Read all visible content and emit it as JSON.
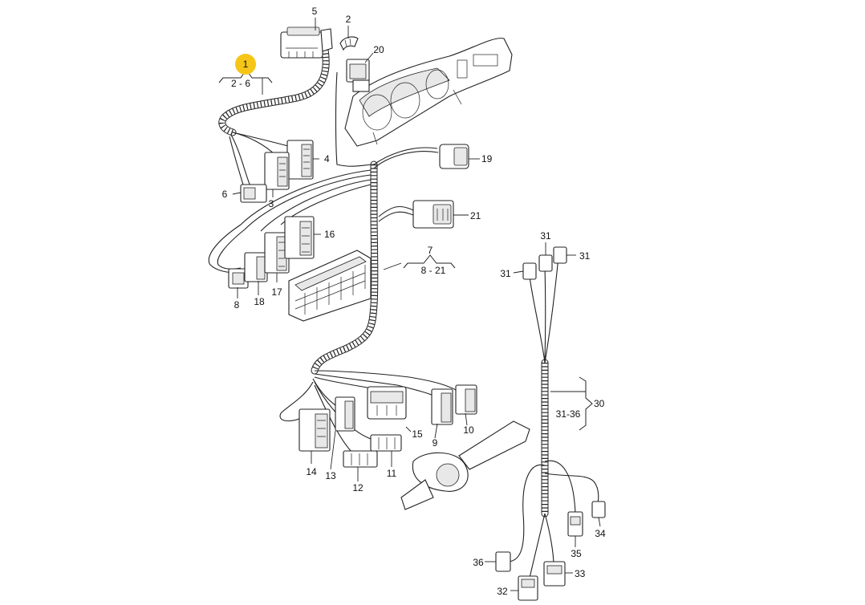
{
  "diagram": {
    "highlight_color": "#f5c518",
    "highlighted_callout": "1",
    "callouts": [
      {
        "id": "1",
        "text": "1"
      },
      {
        "id": "1-range",
        "text": "2 - 6"
      },
      {
        "id": "2",
        "text": "2"
      },
      {
        "id": "3",
        "text": "3"
      },
      {
        "id": "4",
        "text": "4"
      },
      {
        "id": "5",
        "text": "5"
      },
      {
        "id": "6",
        "text": "6"
      },
      {
        "id": "7",
        "text": "7"
      },
      {
        "id": "7-range",
        "text": "8 - 21"
      },
      {
        "id": "8",
        "text": "8"
      },
      {
        "id": "9",
        "text": "9"
      },
      {
        "id": "10",
        "text": "10"
      },
      {
        "id": "11",
        "text": "11"
      },
      {
        "id": "12",
        "text": "12"
      },
      {
        "id": "13",
        "text": "13"
      },
      {
        "id": "14",
        "text": "14"
      },
      {
        "id": "15",
        "text": "15"
      },
      {
        "id": "16",
        "text": "16"
      },
      {
        "id": "17",
        "text": "17"
      },
      {
        "id": "18",
        "text": "18"
      },
      {
        "id": "19",
        "text": "19"
      },
      {
        "id": "20",
        "text": "20"
      },
      {
        "id": "21",
        "text": "21"
      },
      {
        "id": "30",
        "text": "30"
      },
      {
        "id": "30-range",
        "text": "31-36"
      },
      {
        "id": "31a",
        "text": "31"
      },
      {
        "id": "31b",
        "text": "31"
      },
      {
        "id": "31c",
        "text": "31"
      },
      {
        "id": "32",
        "text": "32"
      },
      {
        "id": "33",
        "text": "33"
      },
      {
        "id": "34",
        "text": "34"
      },
      {
        "id": "35",
        "text": "35"
      },
      {
        "id": "36",
        "text": "36"
      }
    ]
  }
}
